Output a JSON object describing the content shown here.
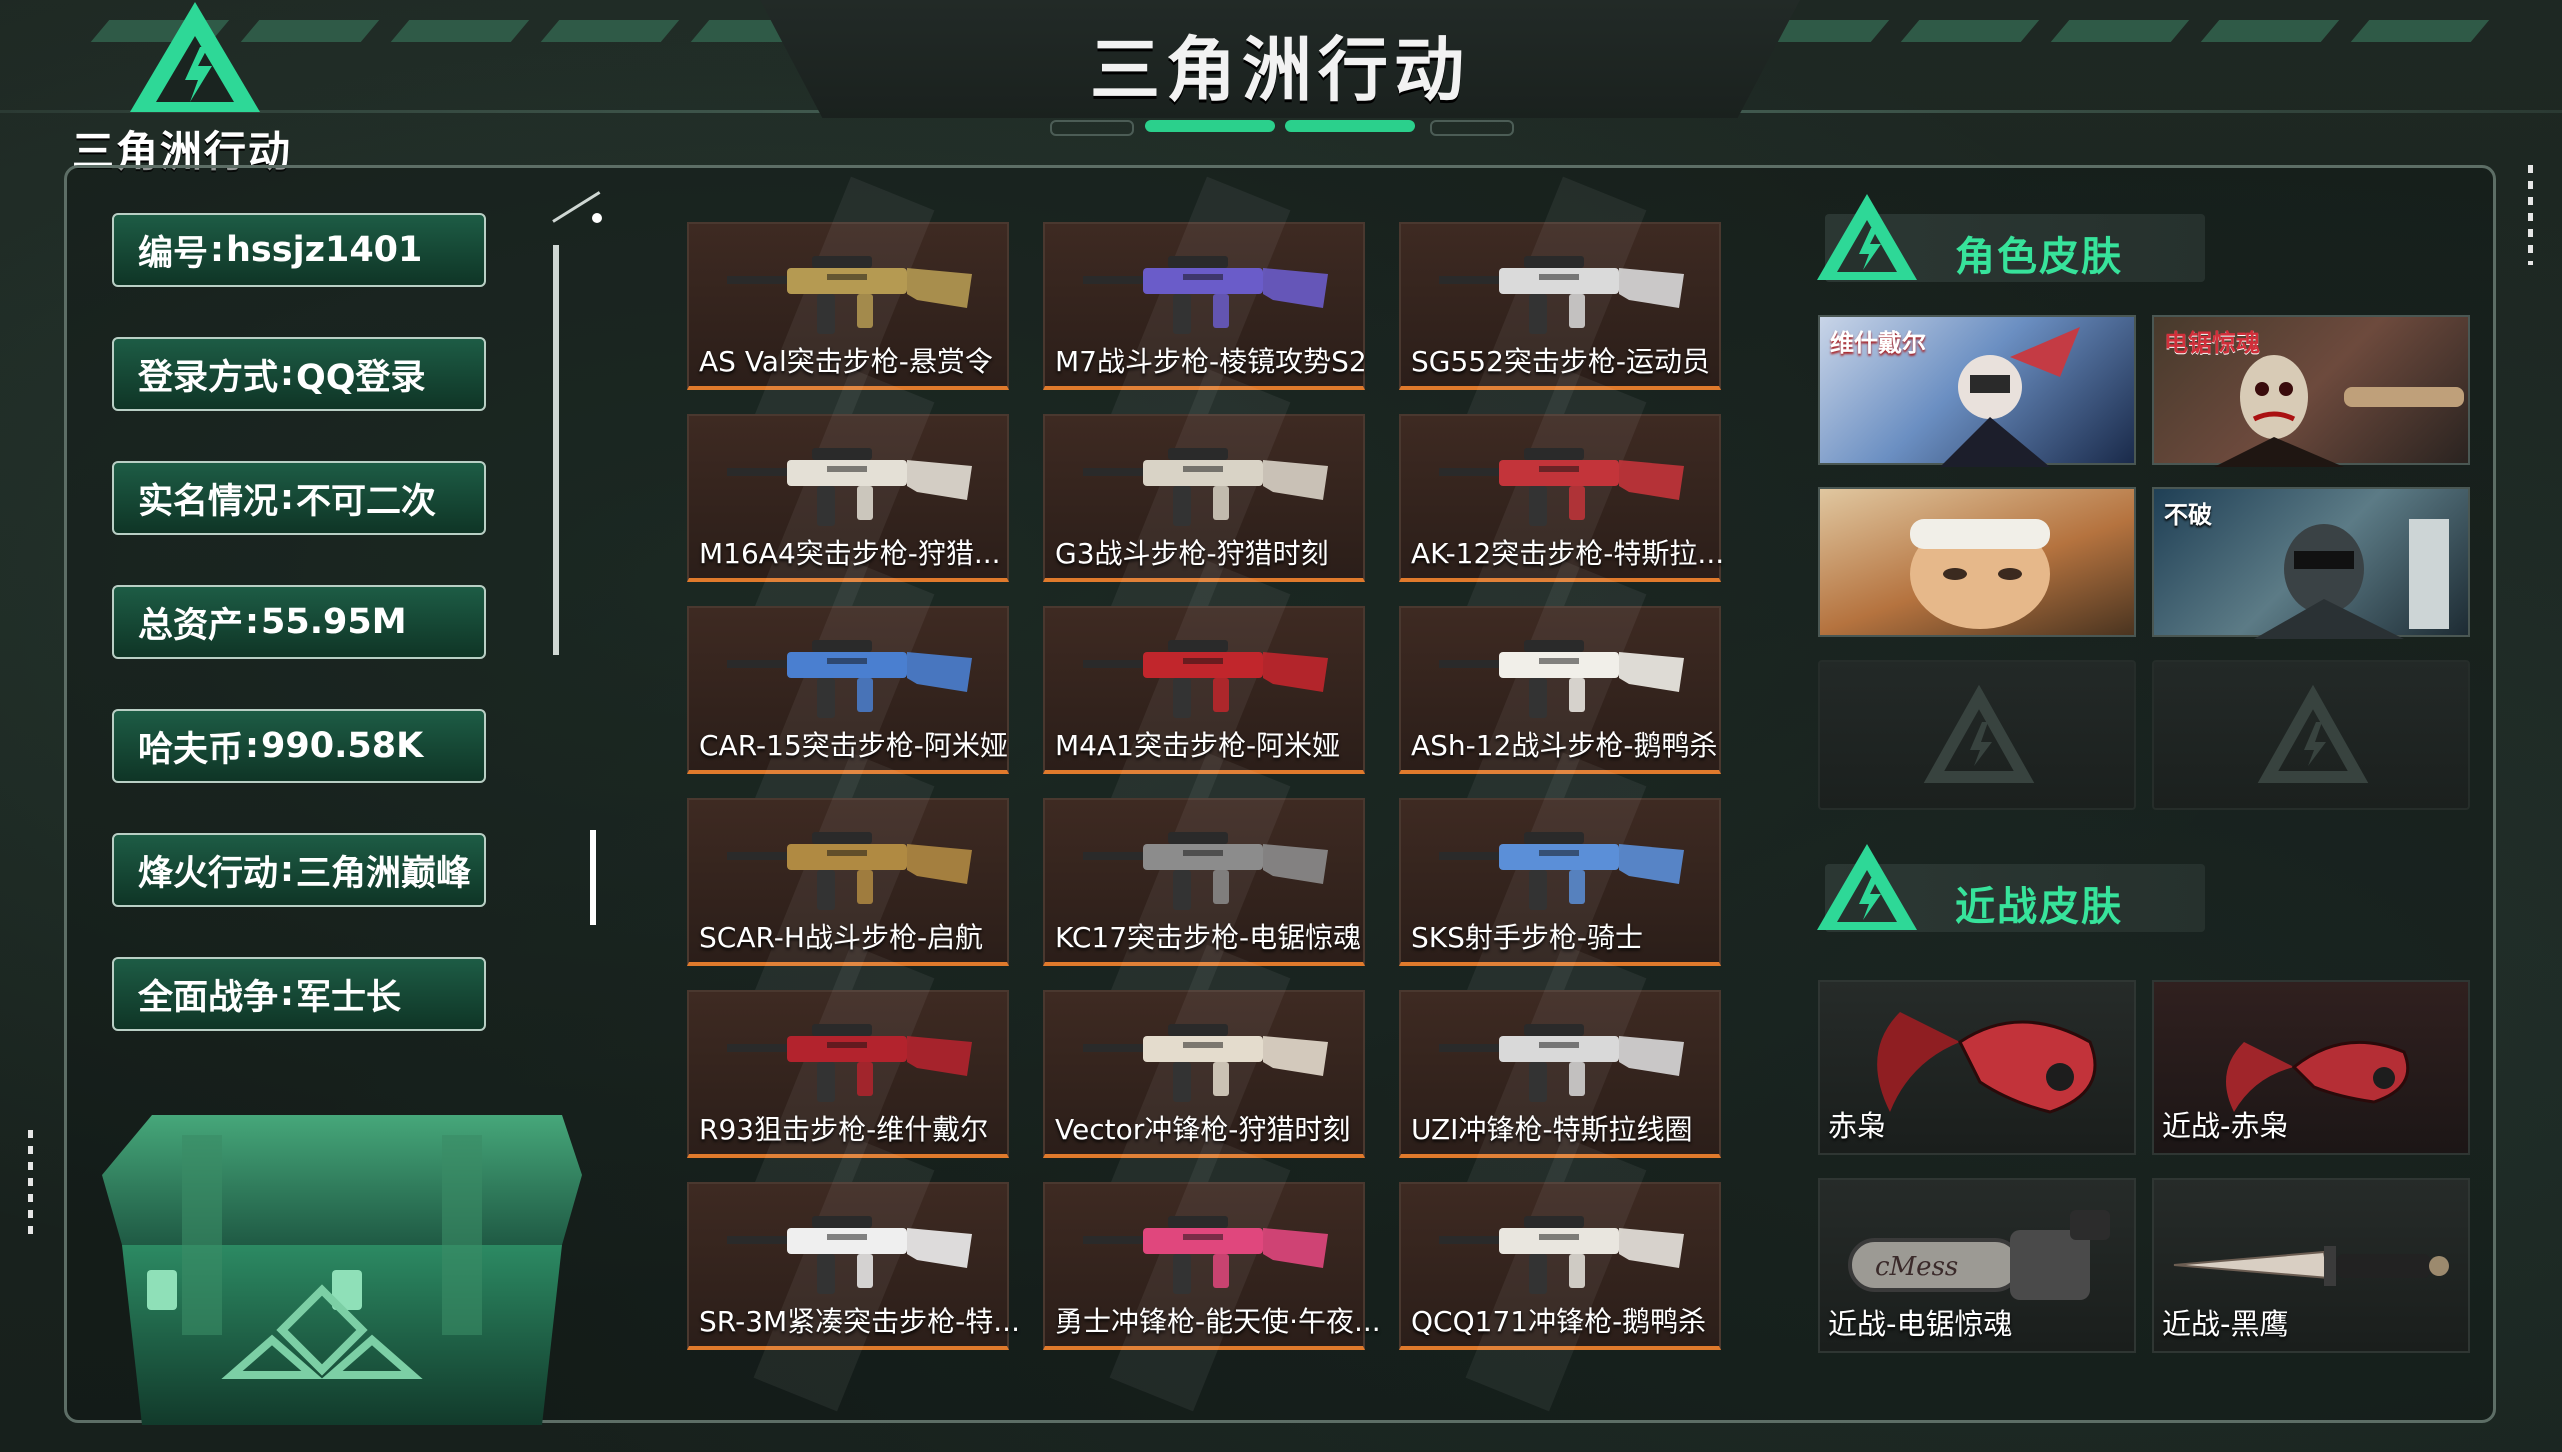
{
  "header": {
    "title": "三角洲行动",
    "logo_text": "三角洲行动"
  },
  "account": {
    "items": [
      {
        "key": "编号",
        "value": "hssjz1401"
      },
      {
        "key": "登录方式",
        "value": "QQ登录"
      },
      {
        "key": "实名情况",
        "value": "不可二次"
      },
      {
        "key": "总资产",
        "value": "55.95M"
      },
      {
        "key": "哈夫币",
        "value": "990.58K"
      },
      {
        "key": "烽火行动",
        "value": "三角洲巅峰"
      },
      {
        "key": "全面战争",
        "value": "军士长"
      }
    ]
  },
  "weapons": [
    {
      "label": "AS Val突击步枪-悬赏令",
      "accent": "#b59a52"
    },
    {
      "label": "M7战斗步枪-棱镜攻势S2",
      "accent": "#6a5cc9"
    },
    {
      "label": "SG552突击步枪-运动员",
      "accent": "#dadada"
    },
    {
      "label": "M16A4突击步枪-狩猎...",
      "accent": "#e4e0d6"
    },
    {
      "label": "G3战斗步枪-狩猎时刻",
      "accent": "#d9d3c6"
    },
    {
      "label": "AK-12突击步枪-特斯拉...",
      "accent": "#c3343a"
    },
    {
      "label": "CAR-15突击步枪-阿米娅",
      "accent": "#4a7fd0"
    },
    {
      "label": "M4A1突击步枪-阿米娅",
      "accent": "#c1262c"
    },
    {
      "label": "ASh-12战斗步枪-鹅鸭杀",
      "accent": "#f1efe9"
    },
    {
      "label": "SCAR-H战斗步枪-启航",
      "accent": "#b08a42"
    },
    {
      "label": "KC17突击步枪-电锯惊魂",
      "accent": "#8c8c8c"
    },
    {
      "label": "SKS射手步枪-骑士",
      "accent": "#5b8fd8"
    },
    {
      "label": "R93狙击步枪-维什戴尔",
      "accent": "#b3232d"
    },
    {
      "label": "Vector冲锋枪-狩猎时刻",
      "accent": "#e4dccd"
    },
    {
      "label": "UZI冲锋枪-特斯拉线圈",
      "accent": "#d9d9d9"
    },
    {
      "label": "SR-3M紧凑突击步枪-特...",
      "accent": "#efefef"
    },
    {
      "label": "勇士冲锋枪-能天使·午夜...",
      "accent": "#e0477d"
    },
    {
      "label": "QCQ171冲锋枪-鹅鸭杀",
      "accent": "#e9e6df"
    }
  ],
  "character_skins": {
    "title": "角色皮肤",
    "tiles": [
      {
        "tag": "维什戴尔"
      },
      {
        "tag": "电锯惊魂"
      },
      {
        "tag": ""
      },
      {
        "tag": "不破"
      }
    ]
  },
  "melee_skins": {
    "title": "近战皮肤",
    "items": [
      {
        "label": "赤枭"
      },
      {
        "label": "近战-赤枭"
      },
      {
        "label": "近战-电锯惊魂"
      },
      {
        "label": "近战-黑鹰"
      }
    ]
  },
  "colors": {
    "accent_green": "#37e39b",
    "card_border_orange": "#e07a2c",
    "info_green": "#1d5c45"
  }
}
